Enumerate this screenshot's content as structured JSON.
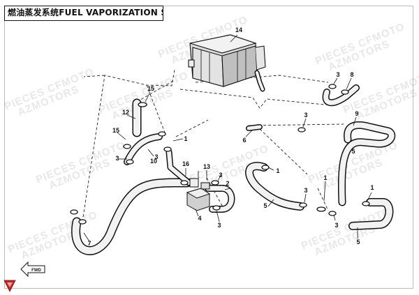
{
  "title": "燃油蒸发系统FUEL VAPORIZATION SYSTEM",
  "watermark": {
    "line1": "PIECES CFMOTO",
    "line2": "AZMOTORS"
  },
  "direction_label": "FWD",
  "callouts": [
    "14",
    "15",
    "12",
    "15",
    "3",
    "3",
    "10",
    "1",
    "16",
    "13",
    "3",
    "2",
    "4",
    "3",
    "7",
    "8",
    "3",
    "9",
    "3",
    "6",
    "1",
    "5",
    "1",
    "3",
    "5",
    "3",
    "1",
    "5"
  ]
}
